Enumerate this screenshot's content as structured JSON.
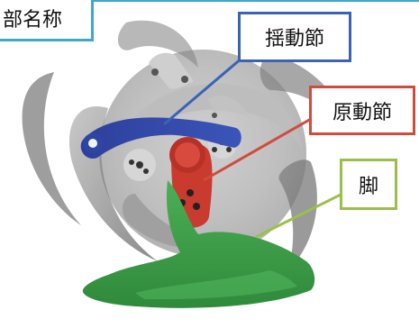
{
  "title": "部名称",
  "labels": {
    "rocker": "揺動節",
    "crank": "原動節",
    "leg": "脚"
  },
  "colors": {
    "title_border": "#3ea8c9",
    "rocker": "#3a63b6",
    "crank": "#d14b3d",
    "leg": "#9bc04a",
    "leg_part": "#3f9a4a",
    "frame_gray": "#8f8f8f"
  }
}
